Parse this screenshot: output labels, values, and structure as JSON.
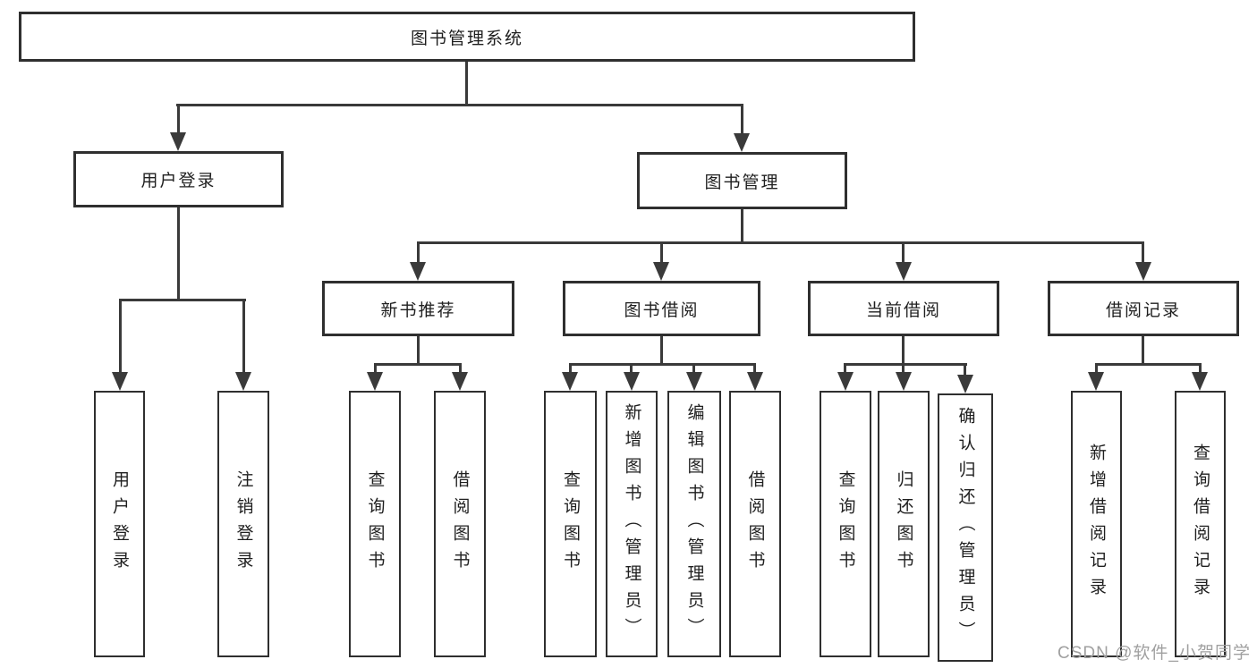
{
  "diagram": {
    "nodes": {
      "root": "图书管理系统",
      "user_login": "用户登录",
      "book_management": "图书管理",
      "new_book_recommend": "新书推荐",
      "book_borrow": "图书借阅",
      "current_borrow": "当前借阅",
      "borrow_records": "借阅记录",
      "login": "用户登录",
      "logout": "注销登录",
      "rec_query_books": "查询图书",
      "rec_borrow_books": "借阅图书",
      "bb_query_books": "查询图书",
      "bb_add_books": "新增图书（管理员）",
      "bb_edit_books": "编辑图书（管理员）",
      "bb_borrow_books": "借阅图书",
      "cb_query_books": "查询图书",
      "cb_return_books": "归还图书",
      "cb_confirm_return": "确认归还（管理员）",
      "br_add_record": "新增借阅记录",
      "br_query_record": "查询借阅记录"
    },
    "hierarchy": {
      "图书管理系统": {
        "用户登录": [
          "用户登录",
          "注销登录"
        ],
        "图书管理": {
          "新书推荐": [
            "查询图书",
            "借阅图书"
          ],
          "图书借阅": [
            "查询图书",
            "新增图书（管理员）",
            "编辑图书（管理员）",
            "借阅图书"
          ],
          "当前借阅": [
            "查询图书",
            "归还图书",
            "确认归还（管理员）"
          ],
          "借阅记录": [
            "新增借阅记录",
            "查询借阅记录"
          ]
        }
      }
    },
    "watermark": "CSDN @软件_小贺同学",
    "colors": {
      "line": "#3a3a3a",
      "border": "#2f2f2f",
      "text": "#1f1f1f",
      "watermark": "#a0a0a0",
      "background": "#ffffff"
    }
  }
}
